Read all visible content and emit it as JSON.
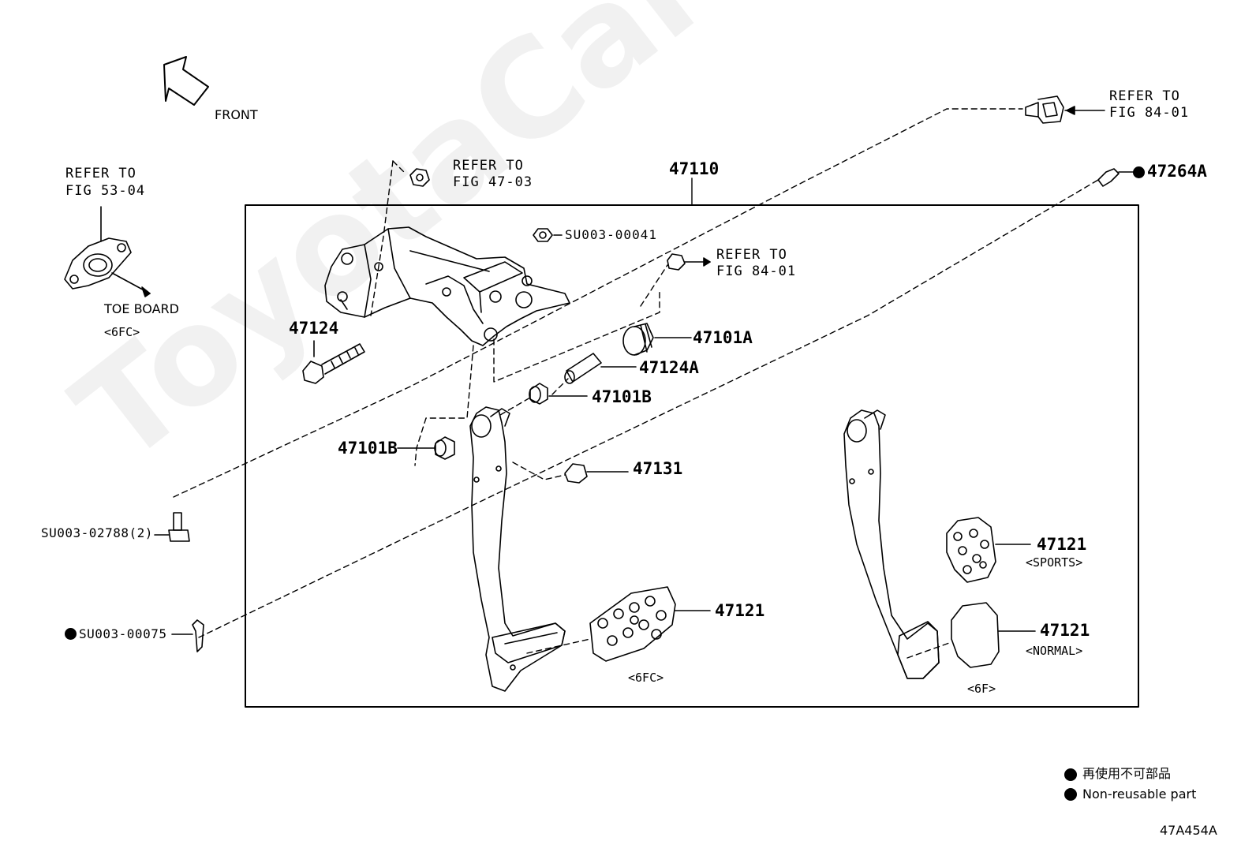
{
  "watermark": "ToyotaCarMine.ru",
  "front_label": "FRONT",
  "assembly_number": "47110",
  "refs": {
    "toe_board": {
      "line1": "REFER TO",
      "line2": "FIG 53-04",
      "note": "TOE BOARD",
      "sub": "<6FC>"
    },
    "fig_47_03": {
      "line1": "REFER TO",
      "line2": "FIG 47-03"
    },
    "fig_84_01_top": {
      "line1": "REFER TO",
      "line2": "FIG 84-01"
    },
    "fig_84_01_mid": {
      "line1": "REFER TO",
      "line2": "FIG 84-01"
    }
  },
  "parts": {
    "p47264A": "47264A",
    "su003_00041": "SU003-00041",
    "p47124": "47124",
    "p47101A": "47101A",
    "p47124A": "47124A",
    "p47101B_right": "47101B",
    "p47101B_left": "47101B",
    "p47131": "47131",
    "su003_02788": "SU003-02788(2)",
    "su003_00075": "SU003-00075",
    "p47121_6fc": "47121",
    "p47121_sports": "47121",
    "p47121_normal": "47121"
  },
  "variants": {
    "sports": "<SPORTS>",
    "normal": "<NORMAL>",
    "six_fc": "<6FC>",
    "six_f": "<6F>"
  },
  "legend": {
    "line1": "再使用不可部品",
    "line2": "Non-reusable part"
  },
  "figure_code": "47A454A"
}
